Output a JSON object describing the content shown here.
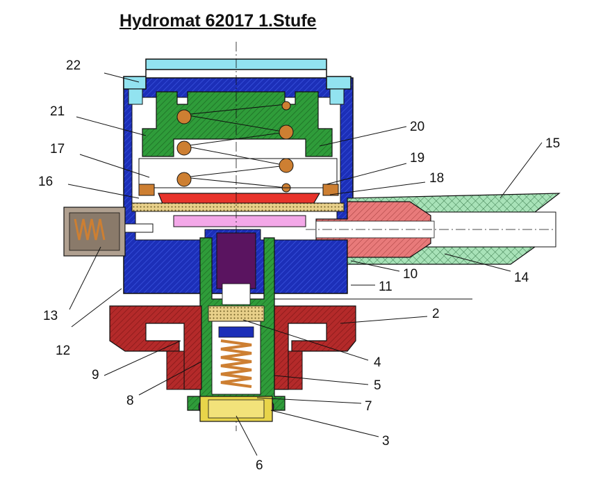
{
  "title": "Hydromat 62017  1.Stufe",
  "colors": {
    "housing_blue": "#1c2fb8",
    "cap_cyan": "#92e3f0",
    "spring_green": "#2f9c3a",
    "nut_red": "#b42a2a",
    "diaphragm_red": "#e8332b",
    "hose_green": "#9fdbb0",
    "seat_purple": "#5a1460",
    "spring_orange": "#cd7f32",
    "plug_yellow": "#e8d44a"
  },
  "labels": {
    "l2": "2",
    "l3": "3",
    "l4": "4",
    "l5": "5",
    "l6": "6",
    "l7": "7",
    "l8": "8",
    "l9": "9",
    "l10": "10",
    "l11": "11",
    "l12": "12",
    "l13": "13",
    "l14": "14",
    "l15": "15",
    "l16": "16",
    "l17": "17",
    "l18": "18",
    "l19": "19",
    "l20": "20",
    "l21": "21",
    "l22": "22"
  }
}
